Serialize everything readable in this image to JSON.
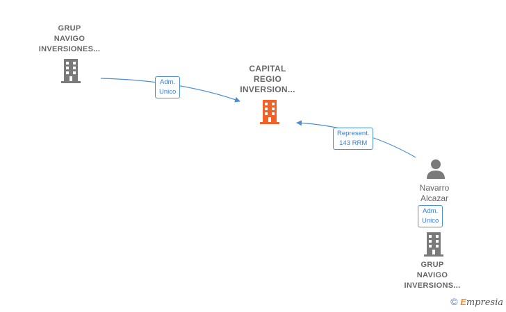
{
  "nodes": {
    "grup_top": {
      "label_lines": [
        "GRUP",
        "NAVIGO",
        "INVERSIONES..."
      ],
      "icon": "building-icon",
      "color": "#7a7a7a"
    },
    "capital": {
      "label_lines": [
        "CAPITAL",
        "REGIO",
        "INVERSION..."
      ],
      "icon": "building-icon",
      "color": "#f0622a"
    },
    "navarro": {
      "label_lines": [
        "Navarro",
        "Alcazar",
        "..."
      ],
      "icon": "person-icon",
      "color": "#7a7a7a"
    },
    "grup_bottom": {
      "label_lines": [
        "GRUP",
        "NAVIGO",
        "INVERSIONS..."
      ],
      "icon": "building-icon",
      "color": "#7a7a7a"
    }
  },
  "edges": {
    "adm_top": {
      "lines": [
        "Adm.",
        "Unico"
      ]
    },
    "represent": {
      "lines": [
        "Represent.",
        "143 RRM"
      ]
    },
    "adm_bottom": {
      "lines": [
        "Adm.",
        "Unico"
      ]
    }
  },
  "colors": {
    "edge": "#4a8fd6",
    "highlight": "#f0622a",
    "neutral": "#7a7a7a"
  },
  "brand": {
    "copyright": "©",
    "initial": "E",
    "name": "mpresia"
  }
}
